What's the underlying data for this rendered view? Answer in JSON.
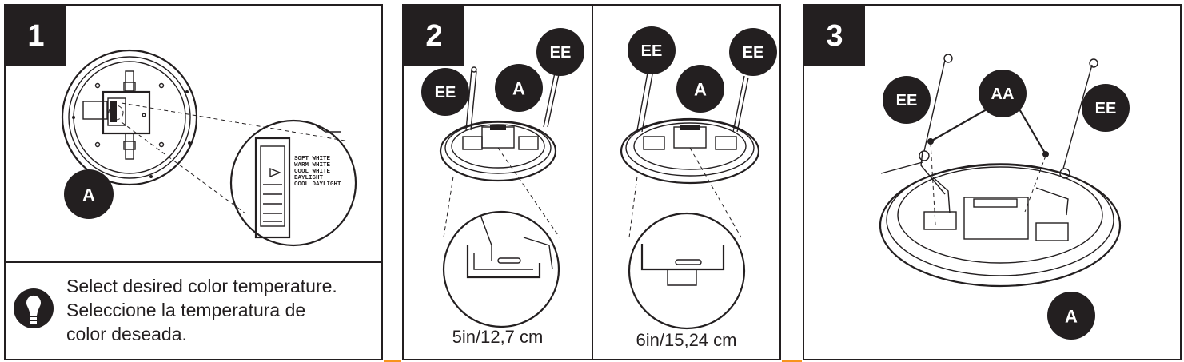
{
  "steps": {
    "one": {
      "number": "1",
      "callout": "A",
      "switch_labels": [
        "SOFT WHITE",
        "WARM WHITE",
        "COOL WHITE",
        "DAYLIGHT",
        "COOL DAYLIGHT"
      ],
      "tip": {
        "icon": "lightbulb-icon",
        "lines": [
          "Select desired color temperature.",
          "Seleccione la temperatura de",
          "color deseada."
        ]
      }
    },
    "two": {
      "number": "2",
      "left": {
        "callouts": [
          "EE",
          "A",
          "EE"
        ],
        "caption": "5in/12,7 cm"
      },
      "right": {
        "callouts": [
          "EE",
          "A",
          "EE"
        ],
        "caption": "6in/15,24 cm"
      }
    },
    "three": {
      "number": "3",
      "callouts": [
        "EE",
        "AA",
        "EE",
        "A"
      ]
    }
  },
  "colors": {
    "ink": "#231f20",
    "accent": "#f7941d",
    "background": "#ffffff"
  }
}
